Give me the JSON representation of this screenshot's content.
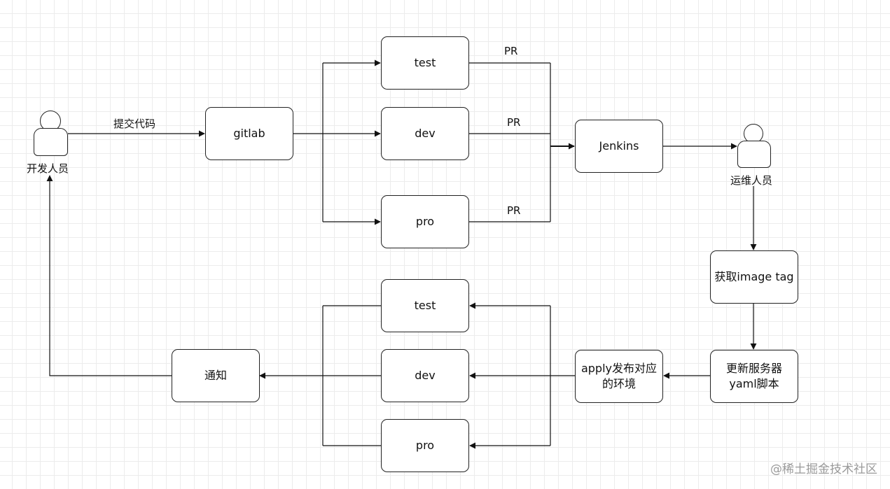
{
  "actors": {
    "developer": "开发人员",
    "ops": "运维人员"
  },
  "nodes": {
    "gitlab": "gitlab",
    "test_top": "test",
    "dev_top": "dev",
    "pro_top": "pro",
    "jenkins": "Jenkins",
    "image_tag": "获取image tag",
    "update_yaml_line1": "更新服务器",
    "update_yaml_line2": "yaml脚本",
    "apply_line1": "apply发布对应",
    "apply_line2": "的环境",
    "test_bottom": "test",
    "dev_bottom": "dev",
    "pro_bottom": "pro",
    "notify": "通知"
  },
  "edges": {
    "commit_code": "提交代码",
    "pr_test": "PR",
    "pr_dev": "PR",
    "pr_pro": "PR"
  },
  "watermark": "@稀土掘金技术社区"
}
